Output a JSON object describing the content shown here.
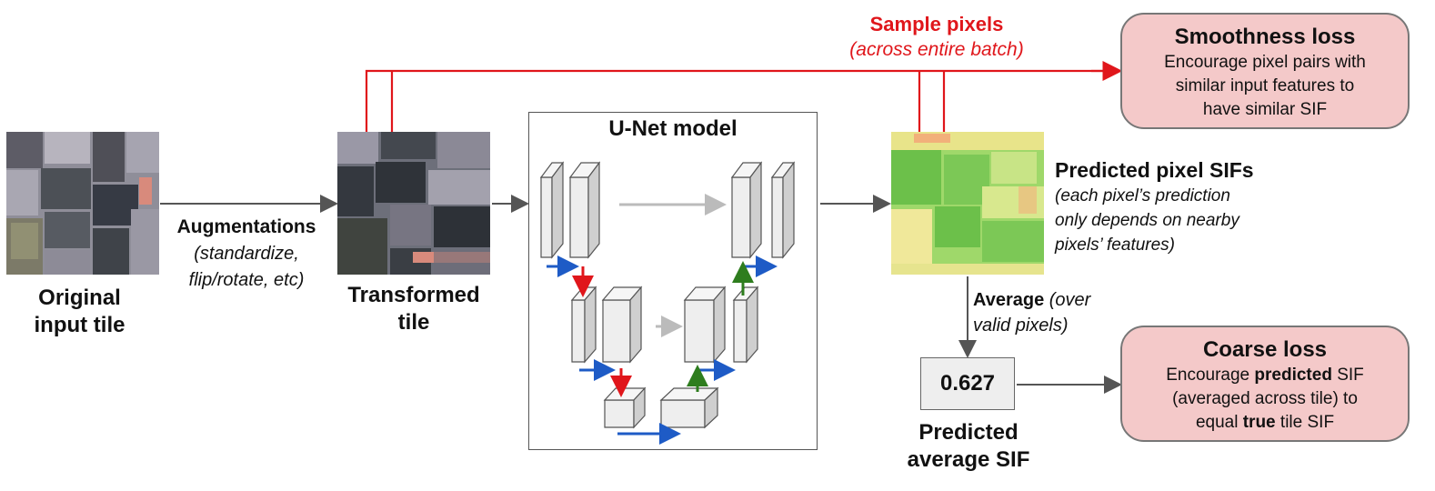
{
  "original_tile": {
    "line1": "Original",
    "line2": "input tile"
  },
  "augmentations": {
    "title": "Augmentations",
    "line1": "(standardize,",
    "line2": "flip/rotate, etc)"
  },
  "transformed_tile": {
    "line1": "Transformed",
    "line2": "tile"
  },
  "unet": {
    "title": "U-Net model"
  },
  "sample_pixels": {
    "title": "Sample pixels",
    "subtitle": "(across entire batch)"
  },
  "smoothness_loss": {
    "title": "Smoothness loss",
    "line1": "Encourage pixel pairs with",
    "line2": "similar input features to",
    "line3": "have similar SIF"
  },
  "predicted_pixel": {
    "title": "Predicted pixel SIFs",
    "line1": "(each pixel’s prediction",
    "line2": "only depends on nearby",
    "line3": "pixels’ features)"
  },
  "average": {
    "word": "Average",
    "paren1": "(over",
    "line2": "valid pixels)"
  },
  "predicted_value": "0.627",
  "predicted_average": {
    "line1": "Predicted",
    "line2": "average SIF"
  },
  "coarse_loss": {
    "title": "Coarse loss",
    "pre1": "Encourage ",
    "bold1": "predicted",
    "post1": " SIF",
    "line2": "(averaged across tile) to",
    "pre3": "equal ",
    "bold3": "true",
    "post3": " tile SIF"
  },
  "colors": {
    "red": "#e0161b",
    "arrow_gray": "#555555",
    "loss_fill": "#f4c9c9",
    "blue": "#1e5bc6",
    "green": "#2e7d1e",
    "light_gray": "#bbbbbb"
  }
}
